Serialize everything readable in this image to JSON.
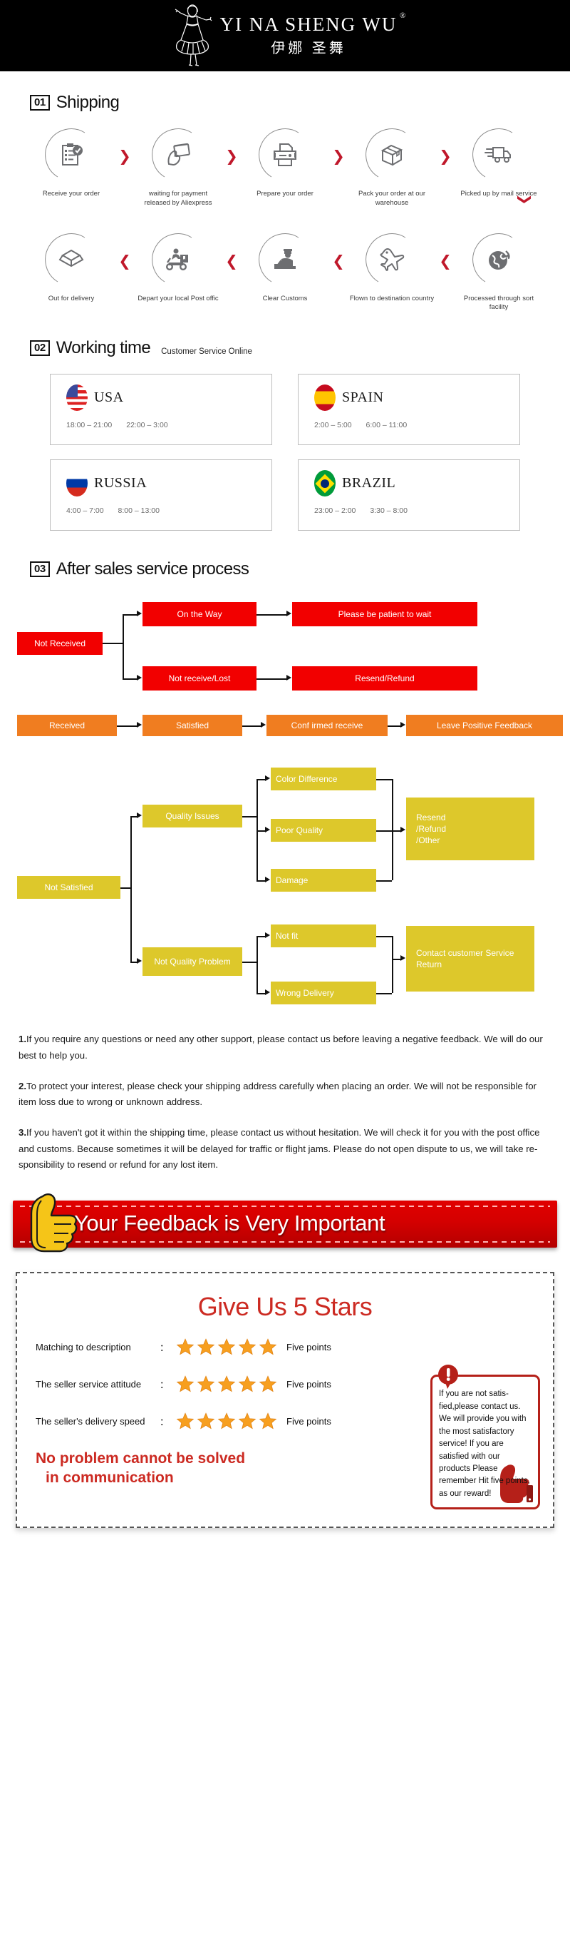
{
  "brand": {
    "name_en": "YI NA SHENG WU",
    "registered_mark": "®",
    "name_cn": "伊娜 圣舞",
    "logo_icon": "dancer-logo-icon"
  },
  "shipping": {
    "number": "01",
    "title": "Shipping",
    "row1": [
      {
        "icon": "clipboard-check-icon",
        "caption": "Receive your order"
      },
      {
        "icon": "hand-card-icon",
        "caption": "waiting for payment released by Aliexpress"
      },
      {
        "icon": "printer-icon",
        "caption": "Prepare your order"
      },
      {
        "icon": "package-box-icon",
        "caption": "Pack your order at our warehouse"
      },
      {
        "icon": "delivery-truck-icon",
        "caption": "Picked up by mail service"
      }
    ],
    "row2": [
      {
        "icon": "open-box-icon",
        "caption": "Out  for delivery"
      },
      {
        "icon": "scooter-courier-icon",
        "caption": "Depart your local Post offic"
      },
      {
        "icon": "customs-officer-icon",
        "caption": "Clear Customs"
      },
      {
        "icon": "airplane-icon",
        "caption": "Flown to destination country"
      },
      {
        "icon": "globe-arrow-icon",
        "caption": "Processed through sort facility"
      }
    ],
    "arrow_forward": "❯",
    "arrow_back": "❮",
    "arrow_down": "❯",
    "arrow_color": "#c0182b"
  },
  "working_time": {
    "number": "02",
    "title": "Working time",
    "subtitle": "Customer Service Online",
    "cards": [
      {
        "flag": "usa-flag-icon",
        "country": "USA",
        "slot1": "18:00 – 21:00",
        "slot2": "22:00 – 3:00"
      },
      {
        "flag": "spain-flag-icon",
        "country": "SPAIN",
        "slot1": "2:00 – 5:00",
        "slot2": "6:00 – 11:00"
      },
      {
        "flag": "russia-flag-icon",
        "country": "RUSSIA",
        "slot1": "4:00 – 7:00",
        "slot2": "8:00 – 13:00"
      },
      {
        "flag": "brazil-flag-icon",
        "country": "BRAZIL",
        "slot1": "23:00 – 2:00",
        "slot2": "3:30 – 8:00"
      }
    ]
  },
  "after_sales": {
    "number": "03",
    "title": "After sales service process",
    "colors": {
      "red": "#f20000",
      "orange": "#f07d20",
      "yellow": "#ddc82b"
    },
    "flow_red": {
      "not_received": "Not Received",
      "on_the_way": "On the Way",
      "please_wait": "Please be patient to wait",
      "not_receive_lost": "Not receive/Lost",
      "resend_refund": "Resend/Refund"
    },
    "flow_orange": {
      "received": "Received",
      "satisfied": "Satisfied",
      "confirmed_receive": "Conf irmed receive",
      "leave_positive_feedback": "Leave Positive Feedback"
    },
    "flow_yellow": {
      "not_satisfied": "Not Satisfied",
      "quality_issues": "Quality Issues",
      "color_difference": "Color Difference",
      "poor_quality": "Poor Quality",
      "damage": "Damage",
      "resend_refund_other": "Resend\n/Refund\n/Other",
      "not_quality_problem": "Not Quality Problem",
      "not_fit": "Not fit",
      "wrong_delivery": "Wrong Delivery",
      "contact_customer_service_return": "Contact customer Service Return"
    }
  },
  "notes": [
    {
      "num": "1.",
      "text": "If you require any questions or need any other support, please contact us before leaving a negative feedback. We will do our best to help you."
    },
    {
      "num": "2.",
      "text": "To protect your interest, please check your shipping address carefully when placing an order. We will not be responsible for item loss due to wrong or unknown address."
    },
    {
      "num": "3.",
      "text": "If you haven't got it within the shipping time, please contact us without hesitation. We will check it for you with the post office and customs. Because sometimes it will be delayed for traffic or flight jams. Please do not open dispute to us, we will take re-sponsibility to resend or refund for any lost item."
    }
  ],
  "feedback_banner": {
    "text": "Your Feedback is Very Important",
    "icon": "thumbs-up-icon",
    "bg_color": "#d40000"
  },
  "stars": {
    "title": "Give Us 5 Stars",
    "title_color": "#cc2a22",
    "rows": [
      {
        "label": "Matching to description",
        "colon": "：",
        "count": 5,
        "points": "Five points"
      },
      {
        "label": "The seller service attitude",
        "colon": "：",
        "count": 5,
        "points": "Five points"
      },
      {
        "label": "The seller's delivery speed",
        "colon": "：",
        "count": 5,
        "points": "Five points"
      }
    ],
    "slogan_line1": "No problem cannot be solved",
    "slogan_line2": "in communication",
    "note_icon": "exclamation-bubble-icon",
    "note_thumb_icon": "thumbs-up-red-icon",
    "note_text": "If you are not satis-fied,please contact us. We will provide you with the most satisfactory service! If you are satisfied with our products Please remember Hit five points, as our reward!"
  }
}
